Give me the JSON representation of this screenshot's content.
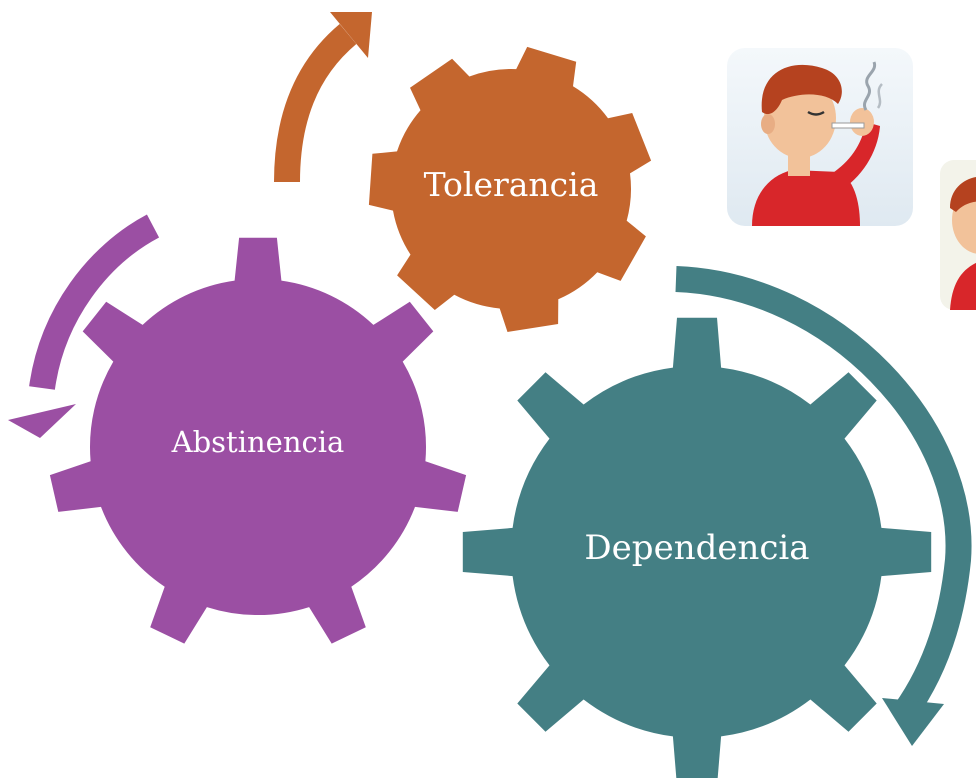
{
  "diagram": {
    "gears": [
      {
        "id": "dependencia",
        "label": "Dependencia",
        "color": "#447f84"
      },
      {
        "id": "abstinencia",
        "label": "Abstinencia",
        "color": "#9b4fa3"
      },
      {
        "id": "tolerancia",
        "label": "Tolerancia",
        "color": "#c4662e"
      }
    ],
    "arrows": [
      {
        "id": "tolerancia-arrow",
        "color": "#c4662e"
      },
      {
        "id": "abstinencia-arrow",
        "color": "#9b4fa3"
      },
      {
        "id": "dependencia-arrow",
        "color": "#447f84"
      }
    ],
    "illustrations": [
      {
        "id": "boy-smoking-illustration",
        "subject": "boy smoking a cigarette"
      },
      {
        "id": "boy-partial-illustration",
        "subject": "boy (partially visible)"
      }
    ]
  }
}
